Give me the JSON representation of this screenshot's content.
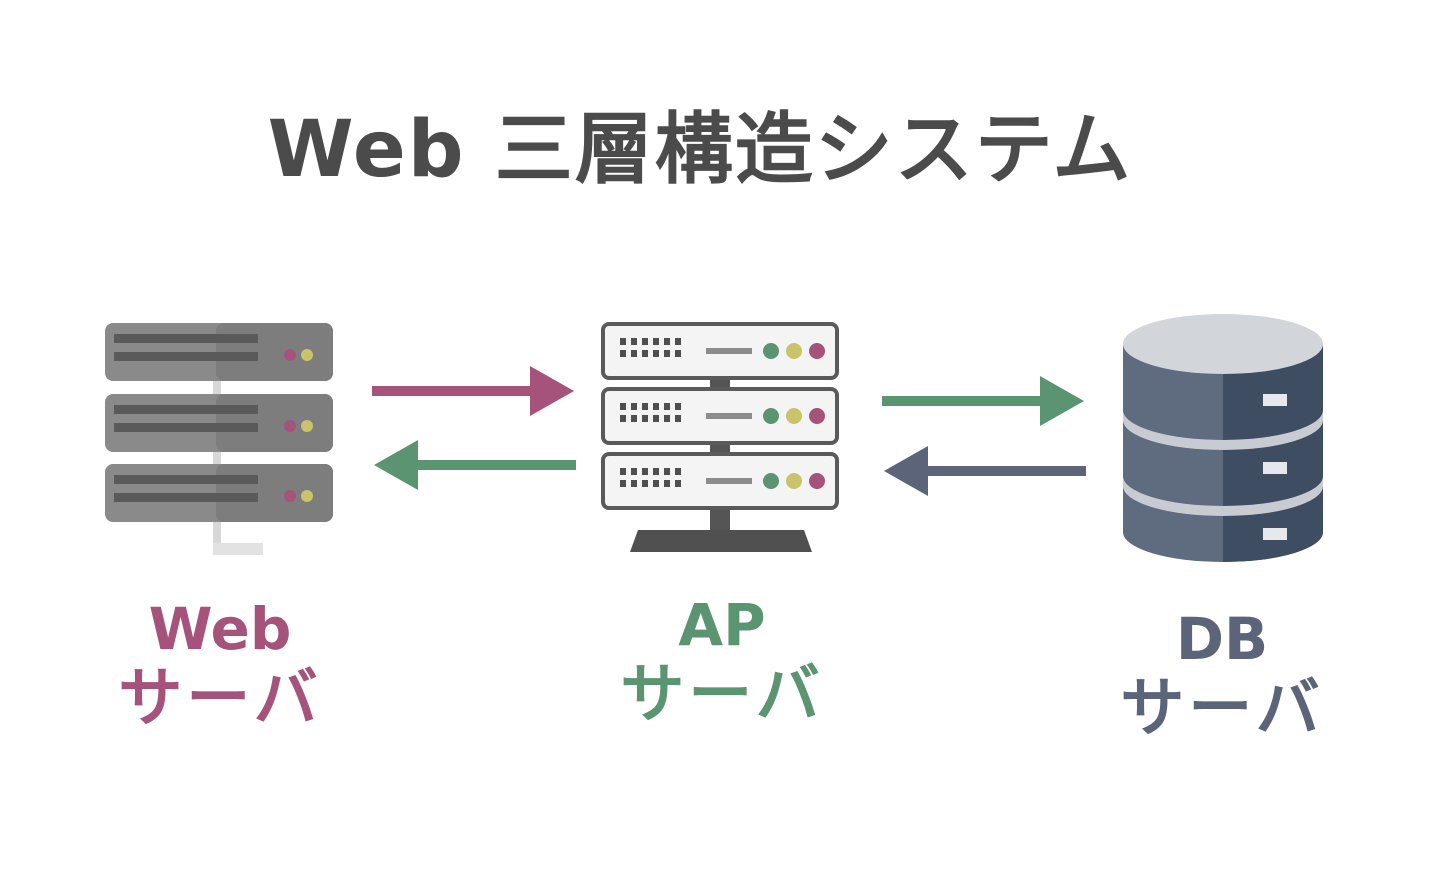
{
  "title": "Web 三層構造システム",
  "colors": {
    "web": "#a5537a",
    "ap": "#5a9470",
    "db": "#5b6478",
    "title": "#4b4b4b"
  },
  "nodes": {
    "web": {
      "line1": "Web",
      "line2": "サーバ",
      "icon": "rack-server-icon"
    },
    "ap": {
      "line1": "AP",
      "line2": "サーバ",
      "icon": "server-tower-icon"
    },
    "db": {
      "line1": "DB",
      "line2": "サーバ",
      "icon": "database-cylinder-icon"
    }
  },
  "edges": [
    {
      "from": "web",
      "to": "ap",
      "color": "#a5537a"
    },
    {
      "from": "ap",
      "to": "web",
      "color": "#5a9470"
    },
    {
      "from": "ap",
      "to": "db",
      "color": "#5a9470"
    },
    {
      "from": "db",
      "to": "ap",
      "color": "#5b6478"
    }
  ]
}
